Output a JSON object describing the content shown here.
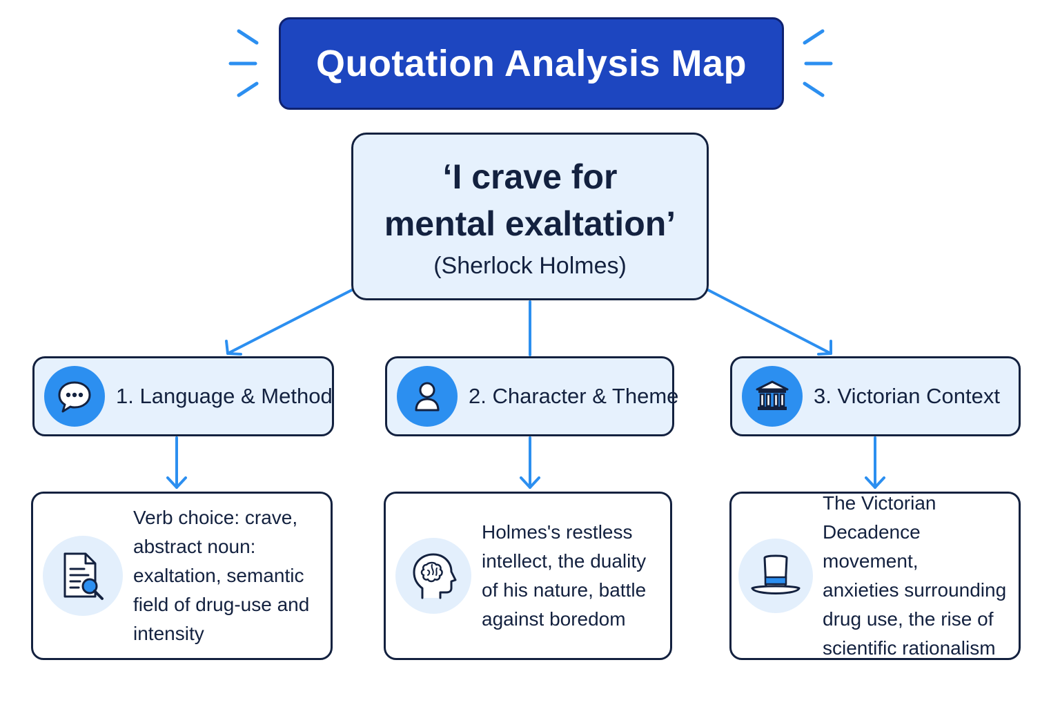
{
  "title": "Quotation Analysis Map",
  "quote": {
    "line1": "‘I crave for",
    "line2": "mental exaltation’",
    "source": "(Sherlock Holmes)"
  },
  "categories": [
    {
      "label": "1. Language & Method",
      "icon": "speech-bubble-icon"
    },
    {
      "label": "2. Character & Theme",
      "icon": "person-icon"
    },
    {
      "label": "3. Victorian Context",
      "icon": "museum-building-icon"
    }
  ],
  "details": [
    {
      "icon": "document-search-icon",
      "lines": [
        "Verb choice: crave,",
        "abstract noun:",
        "exaltation, semantic",
        "field of drug-use and",
        "intensity"
      ]
    },
    {
      "icon": "brain-head-icon",
      "lines": [
        "Holmes's restless",
        "intellect, the duality",
        "of his nature, battle",
        "against boredom"
      ]
    },
    {
      "icon": "top-hat-icon",
      "lines": [
        "The Victorian",
        "Decadence movement,",
        "anxieties surrounding",
        "drug use, the rise of",
        "scientific rationalism"
      ]
    }
  ],
  "colors": {
    "title_bg": "#1d46c0",
    "accent": "#2c8ff0",
    "box_fill": "#e6f1fd",
    "outline": "#13213f"
  }
}
